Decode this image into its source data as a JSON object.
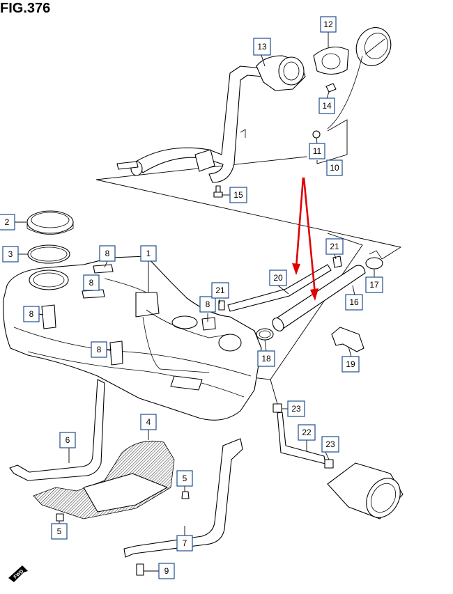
{
  "figure": {
    "title": "FIG.376",
    "fwd_label": "FWD"
  },
  "callouts": {
    "c1": "1",
    "c2": "2",
    "c3": "3",
    "c4": "4",
    "c5a": "5",
    "c5b": "5",
    "c6": "6",
    "c7": "7",
    "c8a": "8",
    "c8b": "8",
    "c8c": "8",
    "c8d": "8",
    "c8e": "8",
    "c9": "9",
    "c10": "10",
    "c11": "11",
    "c12": "12",
    "c13": "13",
    "c14": "14",
    "c15": "15",
    "c16": "16",
    "c17": "17",
    "c18": "18",
    "c19": "19",
    "c20": "20",
    "c21a": "21",
    "c21b": "21",
    "c22": "22",
    "c23a": "23",
    "c23b": "23"
  },
  "colors": {
    "callout_border": "#1f4e8c",
    "arrow": "#e00000",
    "line": "#000000"
  }
}
